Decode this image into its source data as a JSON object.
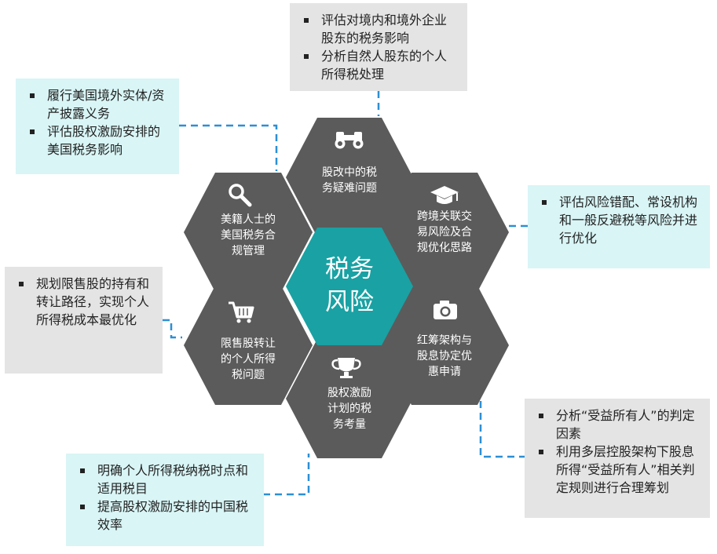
{
  "center": {
    "title": "税务\n风险"
  },
  "colors": {
    "hex_gray": "#5b5b5b",
    "hex_center": "#1aa1a3",
    "box_gray": "#e4e4e4",
    "box_cyan": "#d9f5f6",
    "connector": "#2b8fd6"
  },
  "hexagons": [
    {
      "id": "top",
      "label": "股改中的税\n务疑难问题",
      "icon": "binoculars-icon"
    },
    {
      "id": "upper-right",
      "label": "跨境关联交\n易风险及合\n规优化思路",
      "icon": "graduation-cap-icon"
    },
    {
      "id": "lower-right",
      "label": "红筹架构与\n股息协定优\n惠申请",
      "icon": "camera-icon"
    },
    {
      "id": "bottom",
      "label": "股权激励\n计划的税\n务考量",
      "icon": "trophy-icon"
    },
    {
      "id": "lower-left",
      "label": "限售股转让\n的个人所得\n税问题",
      "icon": "shopping-cart-icon"
    },
    {
      "id": "upper-left",
      "label": "美籍人士的\n美国税务合\n规管理",
      "icon": "magnifier-icon"
    }
  ],
  "boxes": {
    "top": [
      "评估对境内和境外企业股东的税务影响",
      "分析自然人股东的个人所得税处理"
    ],
    "upper_left": [
      "履行美国境外实体/资产披露义务",
      "评估股权激励安排的美国税务影响"
    ],
    "right": [
      "评估风险错配、常设机构和一般反避税等风险并进行优化"
    ],
    "left": [
      "规划限售股的持有和转让路径，实现个人所得税成本最优化"
    ],
    "lower_right": [
      "分析“受益所有人”的判定因素",
      "利用多层控股架构下股息所得“受益所有人”相关判定规则进行合理筹划"
    ],
    "bottom_left": [
      "明确个人所得税纳税时点和适用税目",
      "提高股权激励安排的中国税效率"
    ]
  }
}
